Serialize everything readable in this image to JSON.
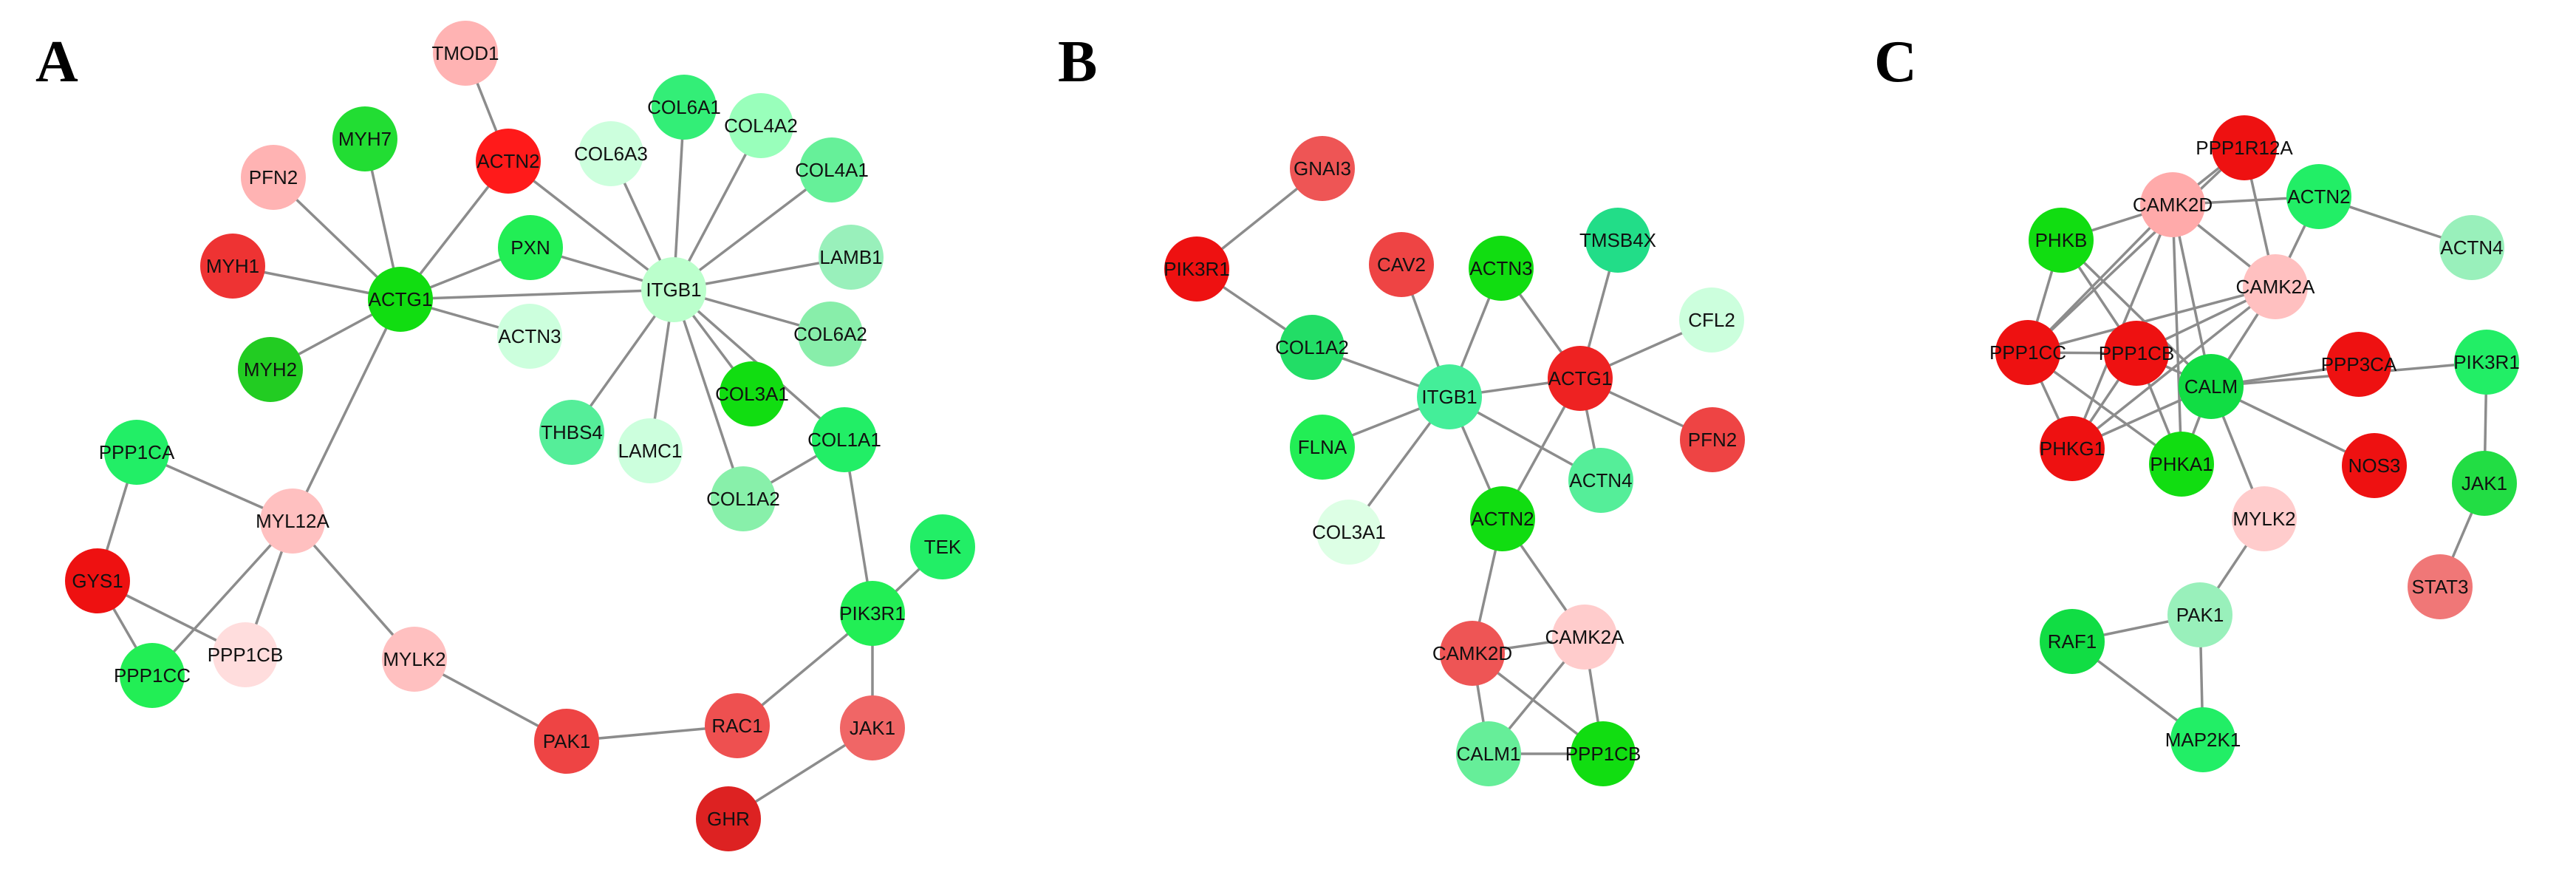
{
  "panels": [
    {
      "letter": "A",
      "nodes": [
        {
          "id": "TMOD1",
          "label": "TMOD1",
          "color": "#ffb3b3"
        },
        {
          "id": "ACTN2",
          "label": "ACTN2",
          "color": "#ff1a1a"
        },
        {
          "id": "MYH7",
          "label": "MYH7",
          "color": "#22dd33"
        },
        {
          "id": "PFN2",
          "label": "PFN2",
          "color": "#ffb3b3"
        },
        {
          "id": "MYH1",
          "label": "MYH1",
          "color": "#ee3333"
        },
        {
          "id": "ACTG1",
          "label": "ACTG1",
          "color": "#11dd11"
        },
        {
          "id": "MYH2",
          "label": "MYH2",
          "color": "#22cc22"
        },
        {
          "id": "PXN",
          "label": "PXN",
          "color": "#22ee55"
        },
        {
          "id": "ACTN3",
          "label": "ACTN3",
          "color": "#ccffdd"
        },
        {
          "id": "COL6A1",
          "label": "COL6A1",
          "color": "#33ee77"
        },
        {
          "id": "COL6A3",
          "label": "COL6A3",
          "color": "#ccffdd"
        },
        {
          "id": "COL4A2",
          "label": "COL4A2",
          "color": "#99ffbb"
        },
        {
          "id": "COL4A1",
          "label": "COL4A1",
          "color": "#66f099"
        },
        {
          "id": "LAMB1",
          "label": "LAMB1",
          "color": "#99f0bb"
        },
        {
          "id": "ITGB1",
          "label": "ITGB1",
          "color": "#bbffcc"
        },
        {
          "id": "COL6A2",
          "label": "COL6A2",
          "color": "#88eeaa"
        },
        {
          "id": "THBS4",
          "label": "THBS4",
          "color": "#55ee99"
        },
        {
          "id": "LAMC1",
          "label": "LAMC1",
          "color": "#ccffdd"
        },
        {
          "id": "COL3A1",
          "label": "COL3A1",
          "color": "#11dd11"
        },
        {
          "id": "COL1A1",
          "label": "COL1A1",
          "color": "#22ee66"
        },
        {
          "id": "COL1A2",
          "label": "COL1A2",
          "color": "#88f0aa"
        },
        {
          "id": "TEK",
          "label": "TEK",
          "color": "#22ee66"
        },
        {
          "id": "PIK3R1",
          "label": "PIK3R1",
          "color": "#22ee55"
        },
        {
          "id": "PPP1CA",
          "label": "PPP1CA",
          "color": "#22ee66"
        },
        {
          "id": "MYL12A",
          "label": "MYL12A",
          "color": "#ffc0c0"
        },
        {
          "id": "GYS1",
          "label": "GYS1",
          "color": "#ee1111"
        },
        {
          "id": "PPP1CB",
          "label": "PPP1CB",
          "color": "#ffdddd"
        },
        {
          "id": "PPP1CC",
          "label": "PPP1CC",
          "color": "#22ee55"
        },
        {
          "id": "MYLK2",
          "label": "MYLK2",
          "color": "#ffc0c0"
        },
        {
          "id": "PAK1",
          "label": "PAK1",
          "color": "#ee4444"
        },
        {
          "id": "RAC1",
          "label": "RAC1",
          "color": "#ee5050"
        },
        {
          "id": "JAK1",
          "label": "JAK1",
          "color": "#f06666"
        },
        {
          "id": "GHR",
          "label": "GHR",
          "color": "#dd2222"
        }
      ],
      "edges": [
        [
          "TMOD1",
          "ACTN2"
        ],
        [
          "ACTN2",
          "ACTG1"
        ],
        [
          "ACTN2",
          "ITGB1"
        ],
        [
          "MYH7",
          "ACTG1"
        ],
        [
          "PFN2",
          "ACTG1"
        ],
        [
          "MYH1",
          "ACTG1"
        ],
        [
          "MYH2",
          "ACTG1"
        ],
        [
          "PXN",
          "ACTG1"
        ],
        [
          "ACTG1",
          "ITGB1"
        ],
        [
          "ACTG1",
          "ACTN3"
        ],
        [
          "PXN",
          "ITGB1"
        ],
        [
          "ACTG1",
          "MYL12A"
        ],
        [
          "COL6A1",
          "ITGB1"
        ],
        [
          "COL6A3",
          "ITGB1"
        ],
        [
          "COL4A2",
          "ITGB1"
        ],
        [
          "COL4A1",
          "ITGB1"
        ],
        [
          "LAMB1",
          "ITGB1"
        ],
        [
          "COL6A2",
          "ITGB1"
        ],
        [
          "THBS4",
          "ITGB1"
        ],
        [
          "LAMC1",
          "ITGB1"
        ],
        [
          "COL3A1",
          "ITGB1"
        ],
        [
          "COL1A1",
          "ITGB1"
        ],
        [
          "COL1A2",
          "ITGB1"
        ],
        [
          "COL1A2",
          "COL1A1"
        ],
        [
          "COL1A1",
          "PIK3R1"
        ],
        [
          "TEK",
          "PIK3R1"
        ],
        [
          "PIK3R1",
          "RAC1"
        ],
        [
          "PIK3R1",
          "JAK1"
        ],
        [
          "JAK1",
          "GHR"
        ],
        [
          "RAC1",
          "PAK1"
        ],
        [
          "PAK1",
          "MYLK2"
        ],
        [
          "MYLK2",
          "MYL12A"
        ],
        [
          "MYL12A",
          "PPP1CA"
        ],
        [
          "MYL12A",
          "PPP1CB"
        ],
        [
          "MYL12A",
          "PPP1CC"
        ],
        [
          "PPP1CA",
          "GYS1"
        ],
        [
          "GYS1",
          "PPP1CC"
        ],
        [
          "GYS1",
          "PPP1CB"
        ]
      ]
    },
    {
      "letter": "B",
      "nodes": [
        {
          "id": "GNAI3",
          "label": "GNAI3",
          "color": "#ee5555"
        },
        {
          "id": "PIK3R1",
          "label": "PIK3R1",
          "color": "#ee1111"
        },
        {
          "id": "CAV2",
          "label": "CAV2",
          "color": "#ee4444"
        },
        {
          "id": "ACTN3",
          "label": "ACTN3",
          "color": "#11dd11"
        },
        {
          "id": "TMSB4X",
          "label": "TMSB4X",
          "color": "#22dd88"
        },
        {
          "id": "CFL2",
          "label": "CFL2",
          "color": "#ccffdd"
        },
        {
          "id": "COL1A2",
          "label": "COL1A2",
          "color": "#22dd66"
        },
        {
          "id": "ITGB1",
          "label": "ITGB1",
          "color": "#44ee99"
        },
        {
          "id": "ACTG1",
          "label": "ACTG1",
          "color": "#ee2222"
        },
        {
          "id": "FLNA",
          "label": "FLNA",
          "color": "#22ee55"
        },
        {
          "id": "PFN2",
          "label": "PFN2",
          "color": "#ee4444"
        },
        {
          "id": "ACTN4",
          "label": "ACTN4",
          "color": "#55ee99"
        },
        {
          "id": "COL3A1",
          "label": "COL3A1",
          "color": "#ddffe5"
        },
        {
          "id": "ACTN2",
          "label": "ACTN2",
          "color": "#11dd11"
        },
        {
          "id": "CAMK2D",
          "label": "CAMK2D",
          "color": "#ee5555"
        },
        {
          "id": "CAMK2A",
          "label": "CAMK2A",
          "color": "#ffcccc"
        },
        {
          "id": "CALM1",
          "label": "CALM1",
          "color": "#66ee99"
        },
        {
          "id": "PPP1CB",
          "label": "PPP1CB",
          "color": "#11dd11"
        }
      ],
      "edges": [
        [
          "GNAI3",
          "PIK3R1"
        ],
        [
          "PIK3R1",
          "COL1A2"
        ],
        [
          "COL1A2",
          "ITGB1"
        ],
        [
          "CAV2",
          "ITGB1"
        ],
        [
          "ACTN3",
          "ITGB1"
        ],
        [
          "ACTN3",
          "ACTG1"
        ],
        [
          "TMSB4X",
          "ACTG1"
        ],
        [
          "CFL2",
          "ACTG1"
        ],
        [
          "ITGB1",
          "ACTG1"
        ],
        [
          "ITGB1",
          "FLNA"
        ],
        [
          "ITGB1",
          "ACTN4"
        ],
        [
          "ITGB1",
          "ACTN2"
        ],
        [
          "ITGB1",
          "COL3A1"
        ],
        [
          "ACTG1",
          "PFN2"
        ],
        [
          "ACTG1",
          "ACTN4"
        ],
        [
          "ACTG1",
          "ACTN2"
        ],
        [
          "ACTN2",
          "CAMK2D"
        ],
        [
          "ACTN2",
          "CAMK2A"
        ],
        [
          "CAMK2D",
          "CAMK2A"
        ],
        [
          "CAMK2D",
          "CALM1"
        ],
        [
          "CAMK2D",
          "PPP1CB"
        ],
        [
          "CAMK2A",
          "CALM1"
        ],
        [
          "CAMK2A",
          "PPP1CB"
        ],
        [
          "CALM1",
          "PPP1CB"
        ]
      ]
    },
    {
      "letter": "C",
      "nodes": [
        {
          "id": "PPP1R12A",
          "label": "PPP1R12A",
          "color": "#ee1111"
        },
        {
          "id": "CAMK2D",
          "label": "CAMK2D",
          "color": "#ffaaaa"
        },
        {
          "id": "ACTN2",
          "label": "ACTN2",
          "color": "#22ee66"
        },
        {
          "id": "PHKB",
          "label": "PHKB",
          "color": "#11dd11"
        },
        {
          "id": "ACTN4",
          "label": "ACTN4",
          "color": "#99f0bb"
        },
        {
          "id": "CAMK2A",
          "label": "CAMK2A",
          "color": "#ffc0c0"
        },
        {
          "id": "PPP1CC",
          "label": "PPP1CC",
          "color": "#ee1111"
        },
        {
          "id": "PPP1CB",
          "label": "PPP1CB",
          "color": "#ee1111"
        },
        {
          "id": "CALM",
          "label": "CALM",
          "color": "#11dd44"
        },
        {
          "id": "PPP3CA",
          "label": "PPP3CA",
          "color": "#ee1111"
        },
        {
          "id": "PIK3R1",
          "label": "PIK3R1",
          "color": "#22ee66"
        },
        {
          "id": "PHKG1",
          "label": "PHKG1",
          "color": "#ee1111"
        },
        {
          "id": "PHKA1",
          "label": "PHKA1",
          "color": "#11dd11"
        },
        {
          "id": "NOS3",
          "label": "NOS3",
          "color": "#ee1111"
        },
        {
          "id": "JAK1",
          "label": "JAK1",
          "color": "#22dd44"
        },
        {
          "id": "MYLK2",
          "label": "MYLK2",
          "color": "#ffcccc"
        },
        {
          "id": "PAK1",
          "label": "PAK1",
          "color": "#99f0bb"
        },
        {
          "id": "STAT3",
          "label": "STAT3",
          "color": "#f07777"
        },
        {
          "id": "RAF1",
          "label": "RAF1",
          "color": "#11dd44"
        },
        {
          "id": "MAP2K1",
          "label": "MAP2K1",
          "color": "#22ee66"
        }
      ],
      "edges": [
        [
          "PPP1R12A",
          "CAMK2D"
        ],
        [
          "PPP1R12A",
          "CAMK2A"
        ],
        [
          "PPP1R12A",
          "PPP1CC"
        ],
        [
          "CAMK2D",
          "ACTN2"
        ],
        [
          "CAMK2D",
          "PHKB"
        ],
        [
          "CAMK2D",
          "PPP1CC"
        ],
        [
          "CAMK2D",
          "CAMK2A"
        ],
        [
          "CAMK2D",
          "CALM"
        ],
        [
          "CAMK2D",
          "PHKG1"
        ],
        [
          "CAMK2D",
          "PHKA1"
        ],
        [
          "ACTN2",
          "ACTN4"
        ],
        [
          "ACTN2",
          "CAMK2A"
        ],
        [
          "PHKB",
          "PPP1CC"
        ],
        [
          "PHKB",
          "PPP1CB"
        ],
        [
          "PHKB",
          "CALM"
        ],
        [
          "CAMK2A",
          "PPP1CC"
        ],
        [
          "CAMK2A",
          "PPP1CB"
        ],
        [
          "CAMK2A",
          "CALM"
        ],
        [
          "CAMK2A",
          "PHKG1"
        ],
        [
          "PPP1CC",
          "PPP1CB"
        ],
        [
          "PPP1CC",
          "PHKG1"
        ],
        [
          "PPP1CC",
          "PHKA1"
        ],
        [
          "PPP1CB",
          "PHKG1"
        ],
        [
          "PPP1CB",
          "PHKA1"
        ],
        [
          "PPP1CB",
          "CALM"
        ],
        [
          "CALM",
          "PPP3CA"
        ],
        [
          "CALM",
          "PIK3R1"
        ],
        [
          "CALM",
          "PHKG1"
        ],
        [
          "CALM",
          "PHKA1"
        ],
        [
          "CALM",
          "NOS3"
        ],
        [
          "CALM",
          "MYLK2"
        ],
        [
          "PIK3R1",
          "JAK1"
        ],
        [
          "JAK1",
          "STAT3"
        ],
        [
          "MYLK2",
          "PAK1"
        ],
        [
          "PAK1",
          "RAF1"
        ],
        [
          "PAK1",
          "MAP2K1"
        ],
        [
          "RAF1",
          "MAP2K1"
        ]
      ]
    }
  ]
}
